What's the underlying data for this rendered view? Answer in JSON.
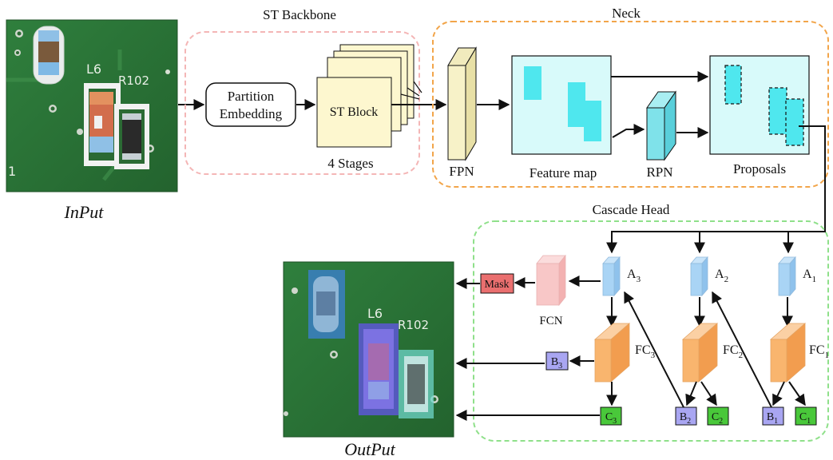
{
  "input_caption": "InPut",
  "output_caption": "OutPut",
  "backbone": {
    "title": "ST Backbone",
    "partition_line1": "Partition",
    "partition_line2": "Embedding",
    "block_label": "ST Block",
    "stages_label": "4 Stages"
  },
  "neck": {
    "title": "Neck",
    "fpn_label": "FPN",
    "feature_map_label": "Feature map",
    "rpn_label": "RPN",
    "proposals_label": "Proposals"
  },
  "head": {
    "title": "Cascade Head",
    "mask_label": "Mask",
    "fcn_label": "FCN",
    "a_prefix": "A",
    "b_prefix": "B",
    "c_prefix": "C",
    "fc_prefix": "FC",
    "idx1": "1",
    "idx2": "2",
    "idx3": "3"
  },
  "pcb": {
    "label_l6": "L6",
    "label_r102": "R102",
    "label_1": "1"
  },
  "colors": {
    "pcb_green": "#2f7a3a",
    "backbone_border": "#f4b6b6",
    "neck_border": "#f2a54a",
    "head_border": "#8fe08a",
    "block_yellow": "#fdf7cf",
    "feature_cyan": "#d8fafa",
    "feature_patch": "#4fe7ee",
    "rpn_cyan": "#7fe2ea",
    "a_blue": "#a9d4f5",
    "fc_orange": "#f9b56e",
    "mask_red": "#ea6f6f",
    "fcn_pink": "#f8c7c7",
    "b_purple": "#a9a6f2",
    "c_green": "#49c83a"
  }
}
